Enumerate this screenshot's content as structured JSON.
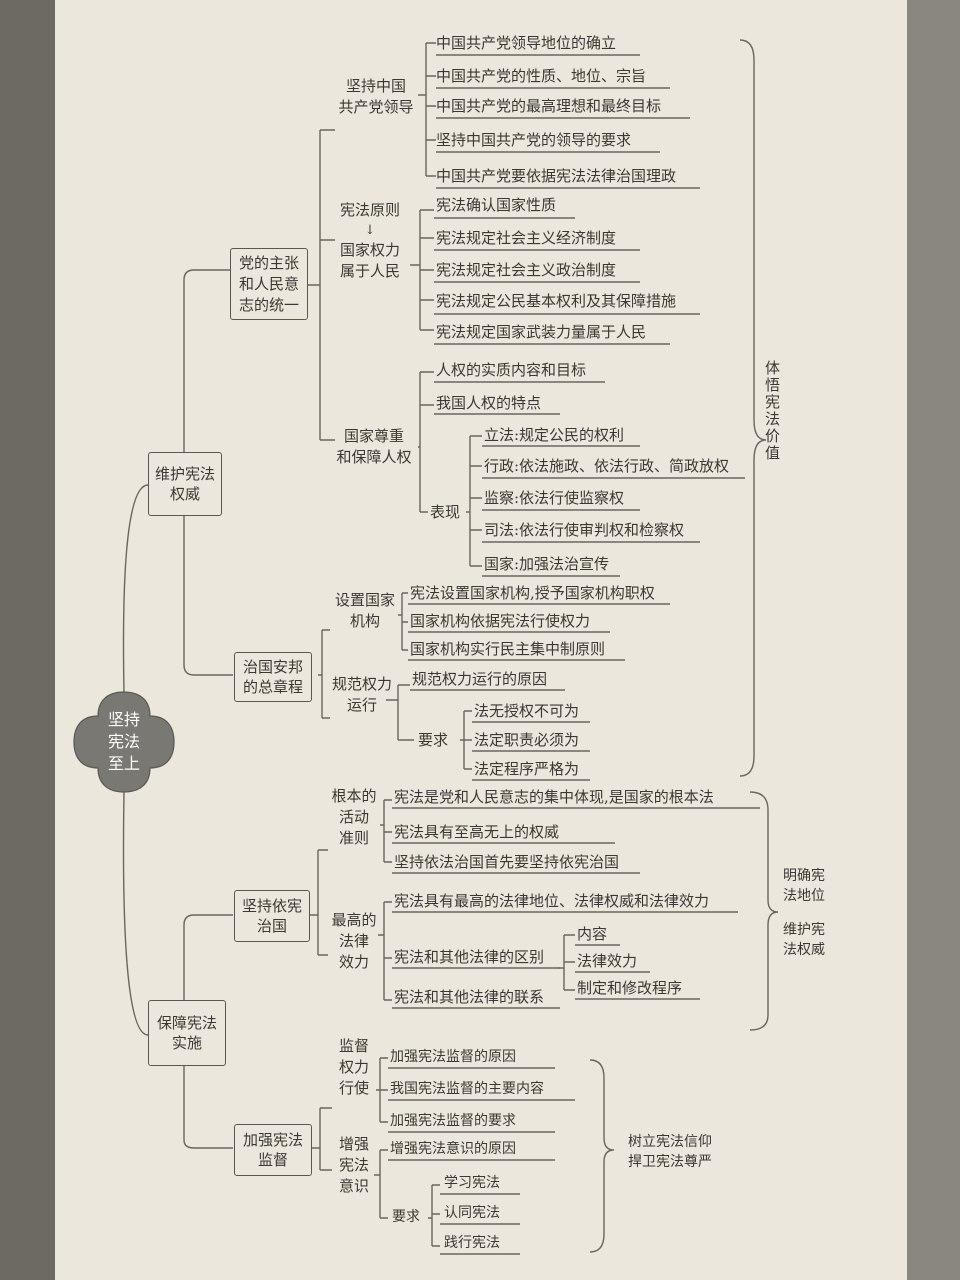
{
  "root": {
    "line1": "坚持",
    "line2": "宪法",
    "line3": "至上"
  },
  "branch1": {
    "label": "维护宪法\n权威",
    "sub1": {
      "label": "党的主张\n和人民意\n志的统一",
      "g1": {
        "label": "坚持中国\n共产党领导",
        "items": [
          "中国共产党领导地位的确立",
          "中国共产党的性质、地位、宗旨",
          "中国共产党的最高理想和最终目标",
          "坚持中国共产党的领导的要求",
          "中国共产党要依据宪法法律治国理政"
        ]
      },
      "g2": {
        "label_top": "宪法原则",
        "arrow": "↓",
        "label_bottom": "国家权力\n属于人民",
        "items": [
          "宪法确认国家性质",
          "宪法规定社会主义经济制度",
          "宪法规定社会主义政治制度",
          "宪法规定公民基本权利及其保障措施",
          "宪法规定国家武装力量属于人民"
        ]
      },
      "g3": {
        "label": "国家尊重\n和保障人权",
        "items": [
          "人权的实质内容和目标",
          "我国人权的特点"
        ],
        "biaoxian": {
          "label": "表现",
          "items": [
            "立法:规定公民的权利",
            "行政:依法施政、依法行政、简政放权",
            "监察:依法行使监察权",
            "司法:依法行使审判权和检察权",
            "国家:加强法治宣传"
          ]
        }
      }
    },
    "sub2": {
      "label": "治国安邦\n的总章程",
      "g1": {
        "label": "设置国家\n机构",
        "items": [
          "宪法设置国家机构,授予国家机构职权",
          "国家机构依据宪法行使权力",
          "国家机构实行民主集中制原则"
        ]
      },
      "g2": {
        "label": "规范权力\n运行",
        "items": [
          "规范权力运行的原因"
        ],
        "yaoqiu": {
          "label": "要求",
          "items": [
            "法无授权不可为",
            "法定职责必须为",
            "法定程序严格为"
          ]
        }
      }
    },
    "right_label": "体悟宪法价值"
  },
  "branch2": {
    "label": "保障宪法\n实施",
    "sub1": {
      "label": "坚持依宪\n治国",
      "g1": {
        "label": "根本的\n活动\n准则",
        "items": [
          "宪法是党和人民意志的集中体现,是国家的根本法",
          "宪法具有至高无上的权威",
          "坚持依法治国首先要坚持依宪治国"
        ]
      },
      "g2": {
        "label": "最高的\n法律\n效力",
        "items": [
          "宪法具有最高的法律地位、法律权威和法律效力",
          "宪法和其他法律的区别",
          "宪法和其他法律的联系"
        ],
        "qubie": [
          "内容",
          "法律效力",
          "制定和修改程序"
        ]
      }
    },
    "sub2": {
      "label": "加强宪法\n监督",
      "g1": {
        "label": "监督\n权力\n行使",
        "items": [
          "加强宪法监督的原因",
          "我国宪法监督的主要内容",
          "加强宪法监督的要求"
        ]
      },
      "g2": {
        "label": "增强\n宪法\n意识",
        "items": [
          "增强宪法意识的原因"
        ],
        "yaoqiu": {
          "label": "要求",
          "items": [
            "学习宪法",
            "认同宪法",
            "践行宪法"
          ]
        }
      }
    },
    "right_label_1": "明确宪\n法地位",
    "right_label_2": "维护宪\n法权威",
    "right_label_3": "树立宪法信仰\n捍卫宪法尊严"
  },
  "colors": {
    "paper": "#ebe7dd",
    "ink": "#3b3833",
    "root_fill": "#7a7873"
  }
}
